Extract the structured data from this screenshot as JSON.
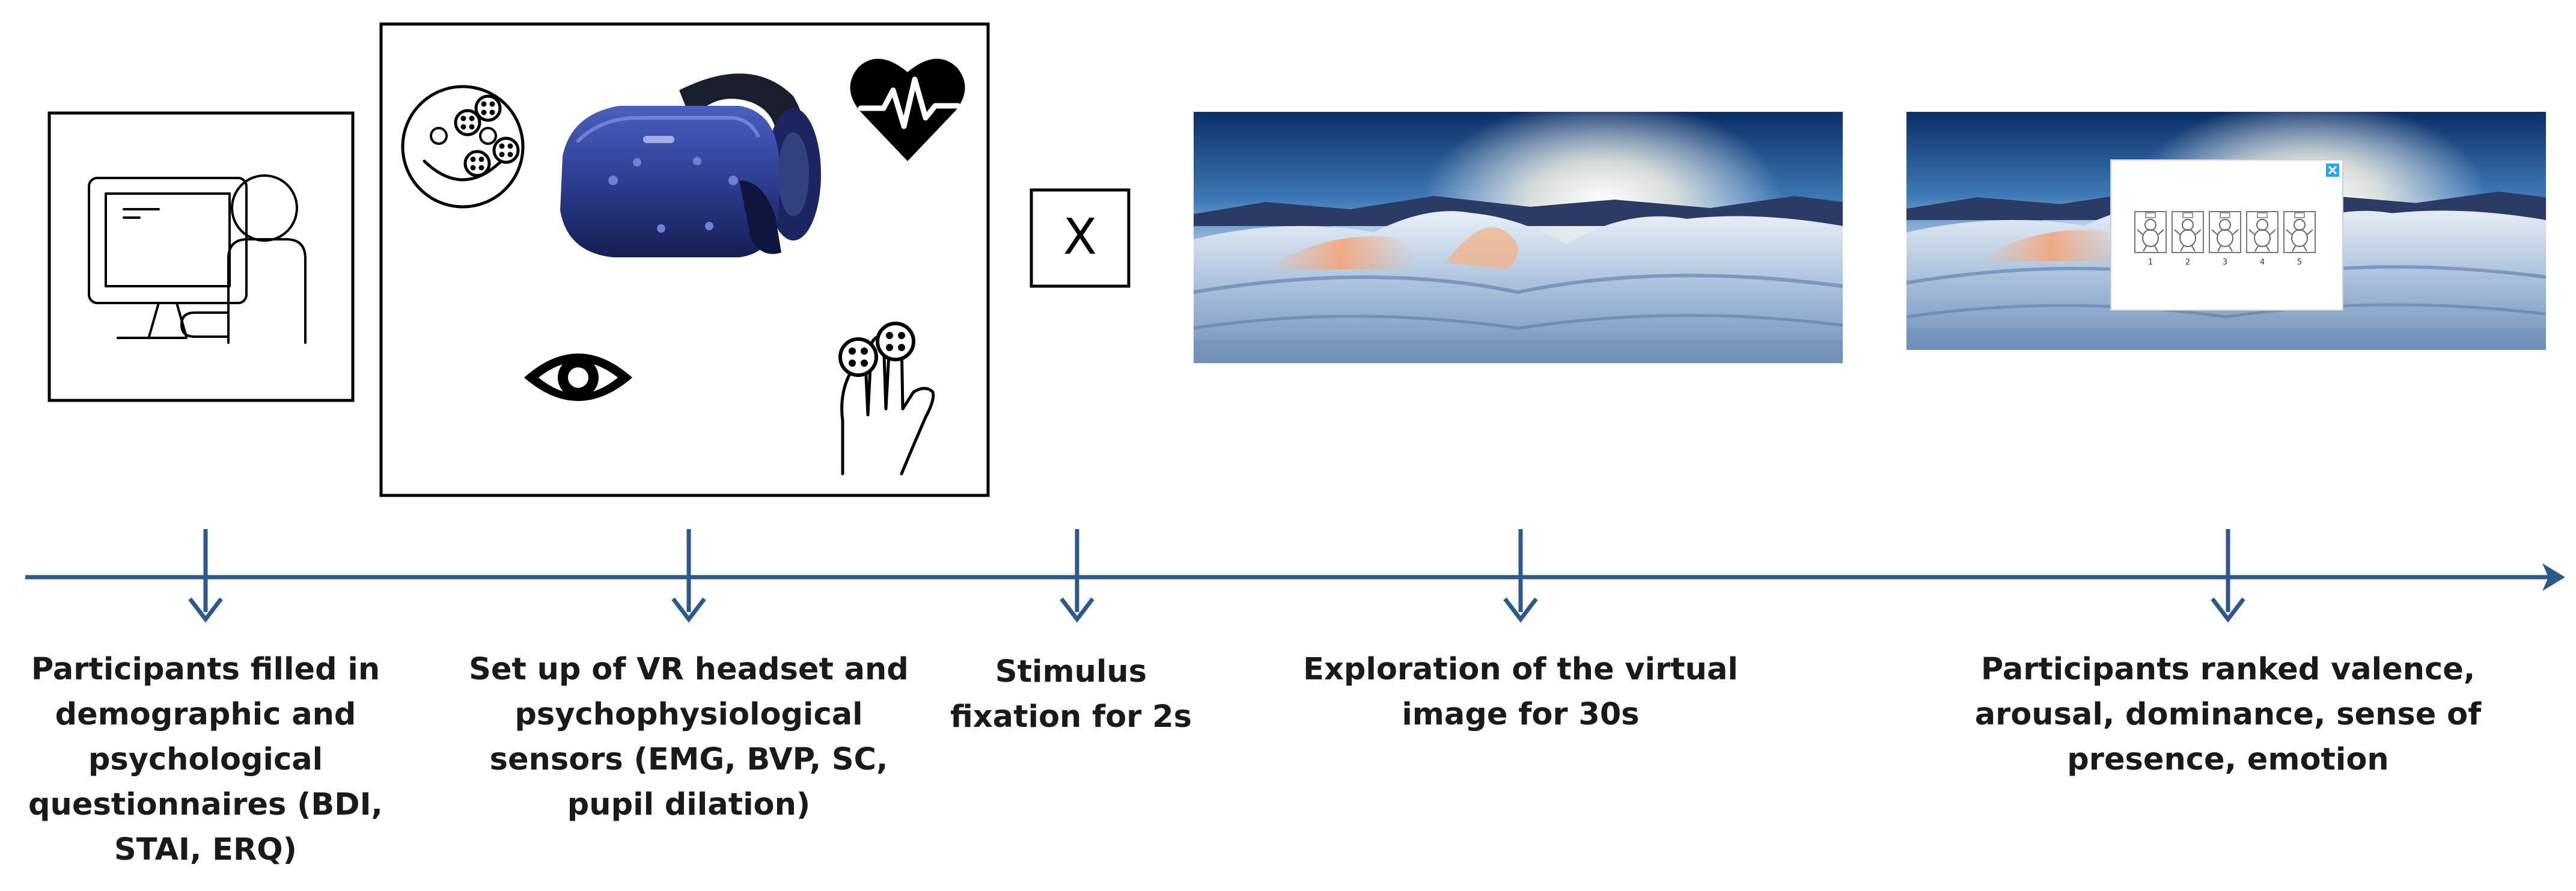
{
  "fixation_symbol": "X",
  "rating_scale_numbers": [
    "1",
    "2",
    "3",
    "4",
    "5"
  ],
  "colors": {
    "timeline": "#2d5a8a",
    "box_border": "#000000",
    "headset": "#2a3a8c",
    "caption_text": "#1a1a1a",
    "close_button": "#2aa5e8"
  },
  "icons": {
    "questionnaire": "person-at-computer-icon",
    "emg": "face-electrodes-icon",
    "headset": "vr-headset-icon",
    "bvp": "heart-pulse-icon",
    "pupil": "eye-icon",
    "sc": "finger-electrodes-icon",
    "panorama": "snow-mountain-panorama",
    "rating": "rating-scale-dialog"
  },
  "steps": [
    {
      "id": "questionnaires",
      "caption_lines": [
        "Participants filled in",
        "demographic and",
        "psychological",
        "questionnaires (BDI,",
        "STAI, ERQ)"
      ]
    },
    {
      "id": "setup",
      "caption_lines": [
        "Set up of VR headset and",
        "psychophysiological",
        "sensors (EMG, BVP, SC,",
        "pupil dilation)"
      ]
    },
    {
      "id": "fixation",
      "caption_lines": [
        "Stimulus",
        "fixation for 2s"
      ]
    },
    {
      "id": "exploration",
      "caption_lines": [
        "Exploration of the virtual",
        "image for 30s"
      ]
    },
    {
      "id": "rating",
      "caption_lines": [
        "Participants ranked valence,",
        "arousal, dominance, sense of",
        "presence, emotion"
      ]
    }
  ]
}
